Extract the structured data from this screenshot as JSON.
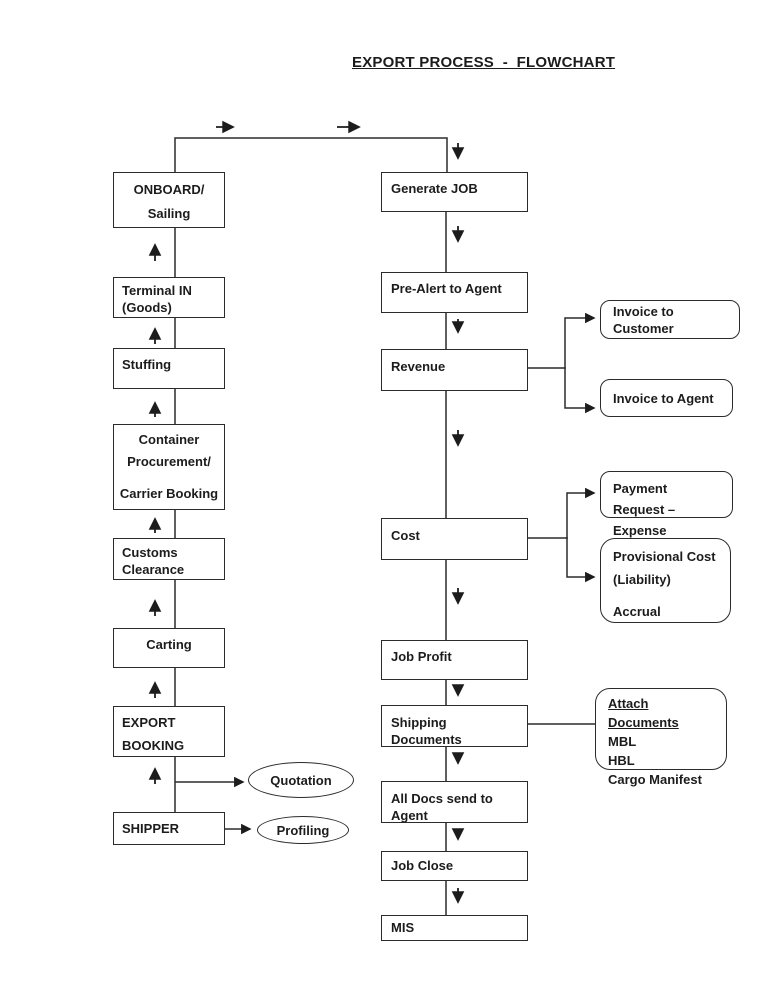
{
  "page": {
    "title": "EXPORT PROCESS  -  FLOWCHART",
    "ink_color": "#1c1c1c",
    "line_color": "#2b2b2b",
    "background_color": "#ffffff"
  },
  "nodes": {
    "onboard": {
      "lines": [
        "ONBOARD/",
        "Sailing"
      ]
    },
    "terminal_in": {
      "lines": [
        "Terminal IN",
        "(Goods)"
      ]
    },
    "stuffing": {
      "lines": [
        "Stuffing"
      ]
    },
    "container": {
      "lines": [
        "Container",
        "Procurement/",
        "Carrier Booking"
      ]
    },
    "customs": {
      "lines": [
        "Customs",
        "Clearance"
      ]
    },
    "carting": {
      "lines": [
        "Carting"
      ]
    },
    "export_booking": {
      "lines": [
        "EXPORT",
        "BOOKING"
      ]
    },
    "shipper": {
      "lines": [
        "SHIPPER"
      ]
    },
    "quotation": {
      "lines": [
        "Quotation"
      ]
    },
    "profiling": {
      "lines": [
        "Profiling"
      ]
    },
    "generate_job": {
      "lines": [
        "Generate JOB"
      ]
    },
    "pre_alert": {
      "lines": [
        "Pre-Alert to Agent"
      ]
    },
    "revenue": {
      "lines": [
        "Revenue"
      ]
    },
    "invoice_customer": {
      "lines": [
        "Invoice to Customer"
      ]
    },
    "invoice_agent": {
      "lines": [
        "Invoice to Agent"
      ]
    },
    "cost": {
      "lines": [
        "Cost"
      ]
    },
    "payment_request": {
      "lines": [
        "Payment Request –",
        "Expense"
      ]
    },
    "provisional_cost": {
      "lines": [
        "Provisional Cost",
        "(Liability)",
        "Accrual"
      ]
    },
    "job_profit": {
      "lines": [
        "Job Profit"
      ]
    },
    "shipping_documents": {
      "lines": [
        "Shipping Documents"
      ]
    },
    "attach_documents": {
      "heading": "Attach Documents",
      "lines": [
        "MBL",
        "HBL",
        "Cargo Manifest"
      ]
    },
    "all_docs": {
      "lines": [
        "All Docs send to Agent"
      ]
    },
    "job_close": {
      "lines": [
        "Job Close"
      ]
    },
    "mis": {
      "lines": [
        "MIS"
      ]
    }
  }
}
